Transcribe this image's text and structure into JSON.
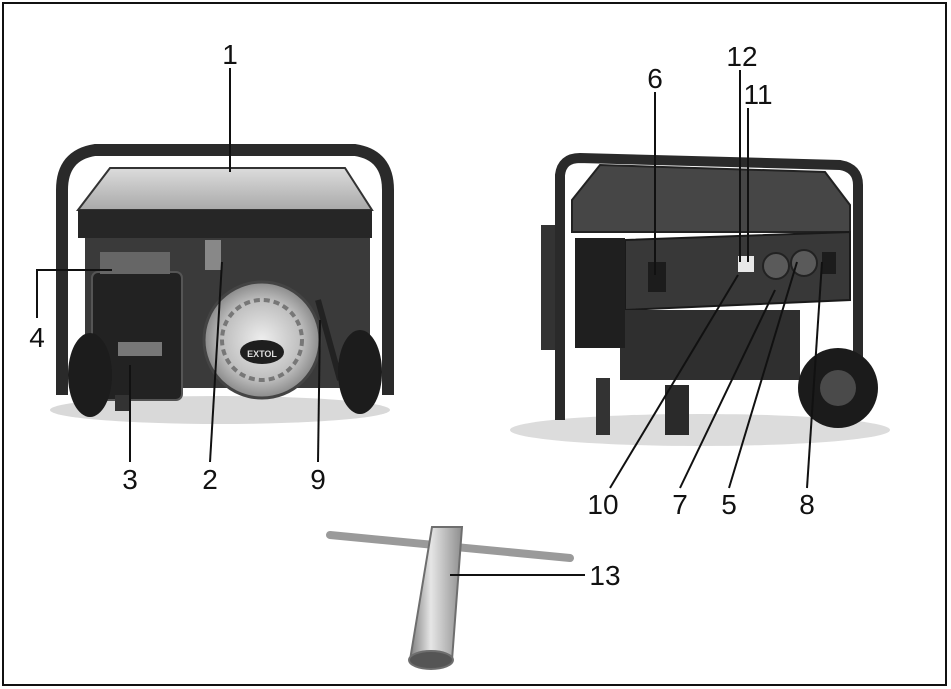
{
  "callouts": {
    "c1": "1",
    "c2": "2",
    "c3": "3",
    "c4": "4",
    "c5": "5",
    "c6": "6",
    "c7": "7",
    "c8": "8",
    "c9": "9",
    "c10": "10",
    "c11": "11",
    "c12": "12",
    "c13": "13"
  },
  "brand_badge": "EXTOL",
  "colors": {
    "frame": "#111111",
    "body_dark": "#2b2b2b",
    "body_mid": "#4a4a4a",
    "metal_light": "#c9c9c9",
    "wrench_metal": "#b8b8b8"
  }
}
